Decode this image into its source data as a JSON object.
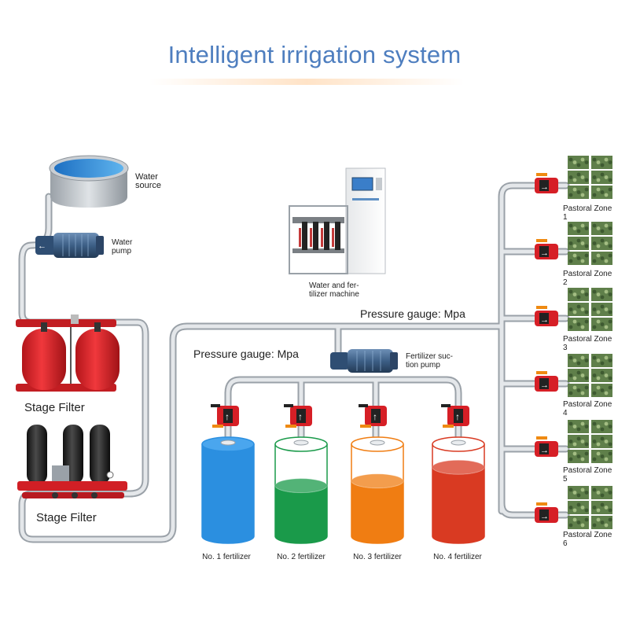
{
  "title": "Intelligent irrigation system",
  "components": {
    "water_source": {
      "line1": "Water",
      "line2": "source"
    },
    "water_pump": {
      "line1": "Water",
      "line2": "pump"
    },
    "machine": {
      "line1": "Water and fer-",
      "line2": "tilizer machine"
    },
    "stage_filter_1": "Stage Filter",
    "stage_filter_2": "Stage Filter",
    "fertilizer_pump": {
      "line1": "Fertilizer suc-",
      "line2": "tion pump"
    }
  },
  "gauges": {
    "left": "Pressure gauge: Mpa",
    "right": "Pressure gauge: Mpa"
  },
  "tanks": [
    {
      "label": "No. 1 fertilizer",
      "color": "#2b8fe0",
      "level": 1.0
    },
    {
      "label": "No. 2 fertilizer",
      "color": "#1a9a4a",
      "level": 0.55
    },
    {
      "label": "No. 3 fertilizer",
      "color": "#f07d12",
      "level": 0.6
    },
    {
      "label": "No. 4 fertilizer",
      "color": "#d93a22",
      "level": 0.75
    }
  ],
  "zones": [
    {
      "name": "Pastoral Zone",
      "number": "1"
    },
    {
      "name": "Pastoral Zone",
      "number": "2"
    },
    {
      "name": "Pastoral Zone",
      "number": "3"
    },
    {
      "name": "Pastoral Zone",
      "number": "4"
    },
    {
      "name": "Pastoral Zone",
      "number": "5"
    },
    {
      "name": "Pastoral Zone",
      "number": "6"
    }
  ],
  "colors": {
    "pipe": "#cfd3d8",
    "pipe_edge": "#9aa1a8",
    "filter_red": "#e0262b",
    "filter_black": "#1c1c1c",
    "pump_blue": "#3d5f86",
    "valve_red": "#d61f26",
    "valve_orange": "#ef8a12",
    "foliage": "#5f7f4a",
    "title": "#4e7ebf"
  }
}
